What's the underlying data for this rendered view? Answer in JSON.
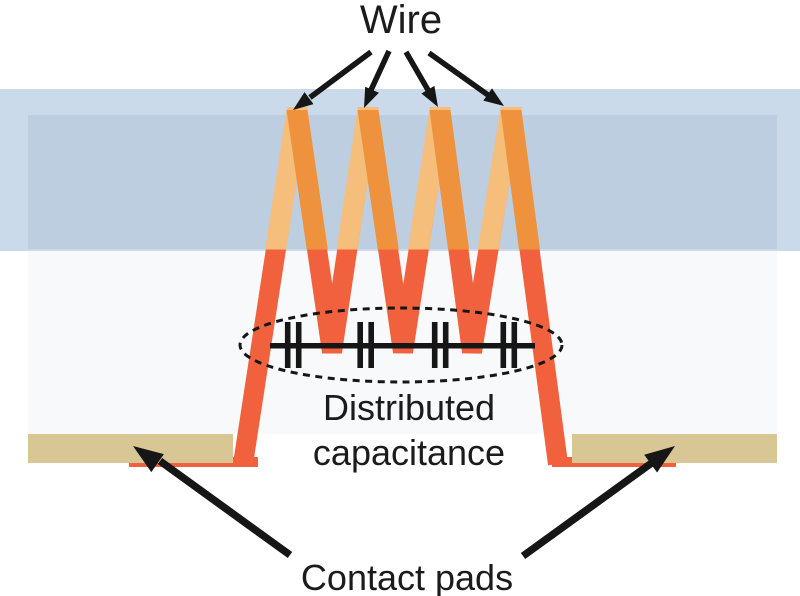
{
  "diagram_type": "schematic-illustration",
  "labels": {
    "wire": "Wire",
    "distributed_line1": "Distributed",
    "distributed_line2": "capacitance",
    "contact_pads": "Contact pads"
  },
  "components": {
    "wire_peak_count": 4,
    "capacitor_symbol_count": 4,
    "contact_pad_count": 2
  },
  "colors": {
    "background_white": "#FFFFFF",
    "band_outer_blue": "#CBDAEA",
    "band_inner_blue": "#BDCEE1",
    "substrate_light": "#F8F9FB",
    "pad_tan": "#D8C795",
    "wire_light_orange": "#F5BE7B",
    "wire_dark_orange": "#EF923D",
    "wire_red_orange": "#F2613E",
    "ink_black": "#161616"
  }
}
